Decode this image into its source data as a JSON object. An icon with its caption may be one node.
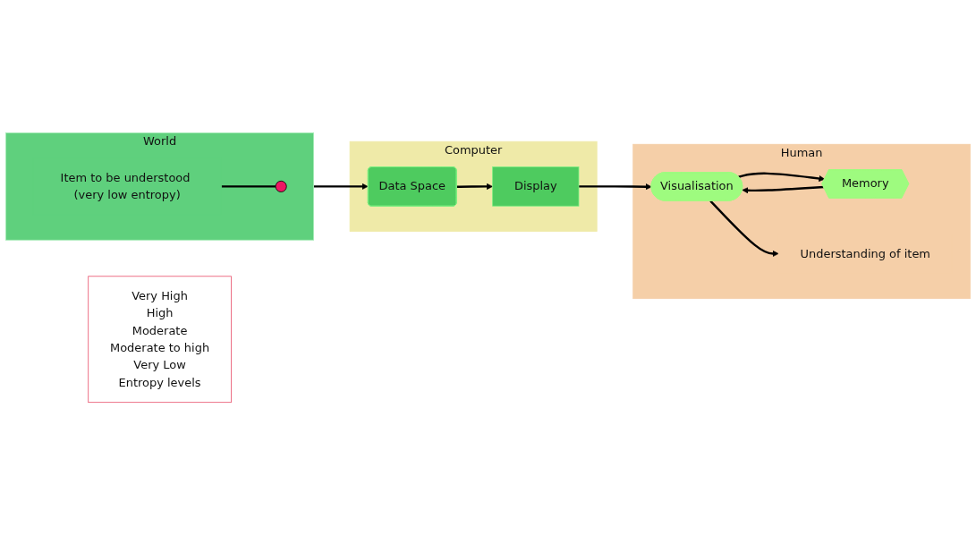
{
  "diagram": {
    "nodes": [
      {
        "text": [
          "Computer"
        ]
      },
      {
        "text": [
          "Human"
        ]
      },
      {
        "text": [
          "World"
        ]
      },
      {
        "text": [
          "Item to be understood (very low entropy)"
        ],
        "in": 2
      },
      {
        "text": [],
        "shape": "star",
        "in": 2
      },
      {
        "text": [
          "Data Space"
        ],
        "in": 0
      },
      {
        "text": [
          "Display"
        ],
        "in": 0
      },
      {
        "text": [
          "Memory"
        ],
        "in": 1
      },
      {
        "text": [
          "Visualisation"
        ],
        "in": 1
      },
      {
        "text": [
          "Understanding of item"
        ],
        "in": 1
      },
      {
        "text": [
          "Very High",
          "High",
          "Moderate",
          "Moderate to high",
          "Very Low",
          "Entropy levels"
        ]
      }
    ],
    "edges": [
      {
        "from": 3,
        "to": 4,
        "arrow": "none"
      },
      {
        "from": 2,
        "to": 5,
        "arrow": "to"
      },
      {
        "from": 5,
        "to": 6,
        "arrow": "to"
      },
      {
        "from": 6,
        "to": 8,
        "arrow": "to"
      },
      {
        "from": 7,
        "to": 8,
        "arrow": "to"
      },
      {
        "from": 8,
        "to": 9,
        "arrow": "to"
      },
      {
        "from": 8,
        "to": 7,
        "arrow": "to"
      }
    ]
  }
}
